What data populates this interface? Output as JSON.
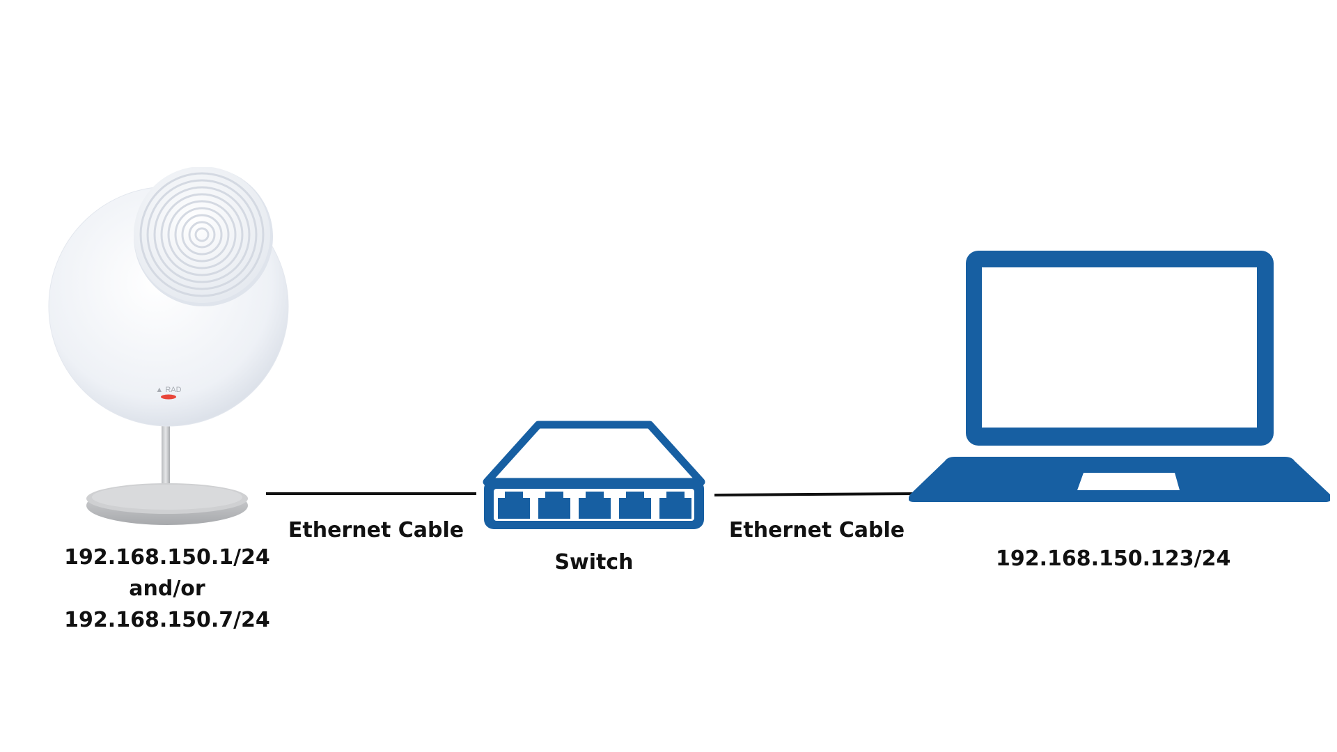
{
  "diagram": {
    "nodes": {
      "access_point": {
        "ip_primary": "192.168.150.1/24",
        "ip_connector": "and/or",
        "ip_secondary": "192.168.150.7/24",
        "brand_mark": "RAD"
      },
      "switch": {
        "label": "Switch",
        "port_count": 5
      },
      "laptop": {
        "ip": "192.168.150.123/24"
      }
    },
    "links": [
      {
        "from": "access_point",
        "to": "switch",
        "label": "Ethernet Cable"
      },
      {
        "from": "switch",
        "to": "laptop",
        "label": "Ethernet Cable"
      }
    ],
    "colors": {
      "icon_blue": "#175fa2",
      "cable": "#111111",
      "text": "#111111",
      "device_white": "#f4f6fa",
      "device_base": "#c9cacc",
      "led": "#e8463a"
    }
  }
}
